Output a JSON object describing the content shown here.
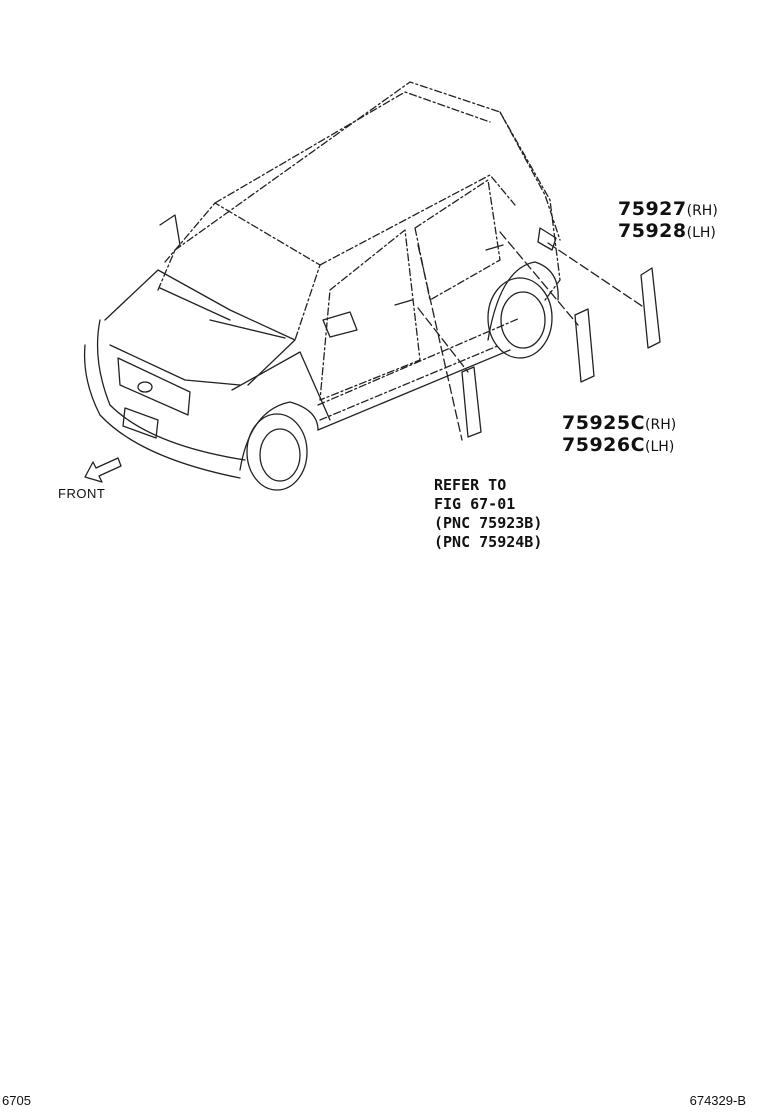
{
  "parts": {
    "p75927": {
      "number": "75927",
      "side": "(RH)"
    },
    "p75928": {
      "number": "75928",
      "side": "(LH)"
    },
    "p75925c": {
      "number": "75925C",
      "side": "(RH)"
    },
    "p75926c": {
      "number": "75926C",
      "side": "(LH)"
    }
  },
  "reference_note": {
    "line1": "REFER TO",
    "line2": "FIG 67-01",
    "line3": "(PNC 75923B)",
    "line4": "(PNC 75924B)"
  },
  "front_label": "FRONT",
  "footer": {
    "page_code": "6705",
    "figure_id": "674329-B"
  },
  "icons": {
    "front_arrow": "arrow-down-left-icon"
  }
}
